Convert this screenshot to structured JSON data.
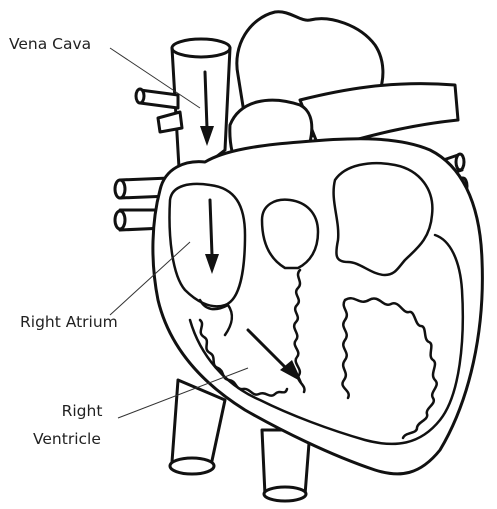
{
  "labels": {
    "vena_cava": "Vena Cava",
    "right_atrium": "Right Atrium",
    "right_ventricle_line1": "Right",
    "right_ventricle_line2": "Ventricle"
  }
}
